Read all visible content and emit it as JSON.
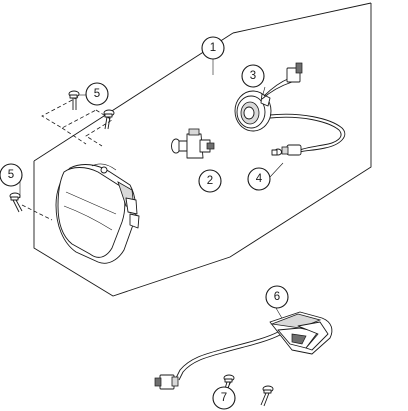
{
  "callouts": [
    {
      "id": "headlight-assembly",
      "label": "1"
    },
    {
      "id": "bulb",
      "label": "2"
    },
    {
      "id": "bulb-socket",
      "label": "3"
    },
    {
      "id": "parking-bulb",
      "label": "4"
    },
    {
      "id": "screw-upper",
      "label": "5"
    },
    {
      "id": "screw-lower",
      "label": "5"
    },
    {
      "id": "tail-light",
      "label": "6"
    },
    {
      "id": "screw-tail",
      "label": "7"
    }
  ]
}
